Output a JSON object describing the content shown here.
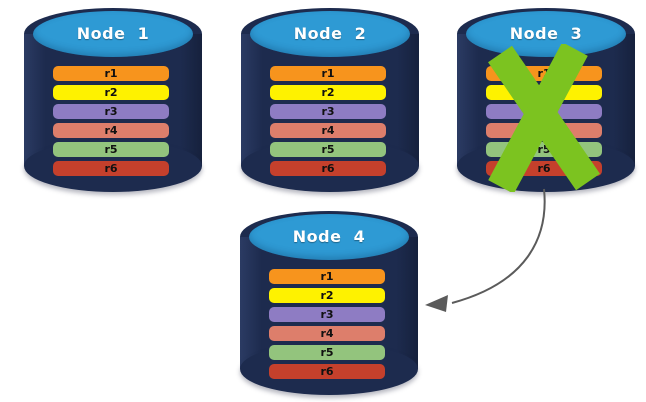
{
  "diagram": {
    "background": "#FFFFFF",
    "colors": {
      "cylinder_body": "#1D2B4E",
      "cylinder_top": "#2E9AD4",
      "node_title": "#FFFFFF",
      "bar_label": "#111111",
      "cross": "#7CC320",
      "arrow": "#5B5B5B"
    },
    "nodes": [
      {
        "label": "Node  1",
        "crossed_out": false,
        "rows": [
          {
            "label": "r1",
            "color": "#F7941D"
          },
          {
            "label": "r2",
            "color": "#FEF200"
          },
          {
            "label": "r3",
            "color": "#8E7CC3"
          },
          {
            "label": "r4",
            "color": "#DD7E6B"
          },
          {
            "label": "r5",
            "color": "#93C47D"
          },
          {
            "label": "r6",
            "color": "#C5402C"
          }
        ]
      },
      {
        "label": "Node  2",
        "crossed_out": false,
        "rows": [
          {
            "label": "r1",
            "color": "#F7941D"
          },
          {
            "label": "r2",
            "color": "#FEF200"
          },
          {
            "label": "r3",
            "color": "#8E7CC3"
          },
          {
            "label": "r4",
            "color": "#DD7E6B"
          },
          {
            "label": "r5",
            "color": "#93C47D"
          },
          {
            "label": "r6",
            "color": "#C5402C"
          }
        ]
      },
      {
        "label": "Node  3",
        "crossed_out": true,
        "rows": [
          {
            "label": "r1",
            "color": "#F7941D"
          },
          {
            "label": "r2",
            "color": "#FEF200"
          },
          {
            "label": "r3",
            "color": "#8E7CC3"
          },
          {
            "label": "r4",
            "color": "#DD7E6B"
          },
          {
            "label": "r5",
            "color": "#93C47D"
          },
          {
            "label": "r6",
            "color": "#C5402C"
          }
        ]
      },
      {
        "label": "Node  4",
        "crossed_out": false,
        "rows": [
          {
            "label": "r1",
            "color": "#F7941D"
          },
          {
            "label": "r2",
            "color": "#FEF200"
          },
          {
            "label": "r3",
            "color": "#8E7CC3"
          },
          {
            "label": "r4",
            "color": "#DD7E6B"
          },
          {
            "label": "r5",
            "color": "#93C47D"
          },
          {
            "label": "r6",
            "color": "#C5402C"
          }
        ]
      }
    ],
    "arrow": {
      "from": "Node 3",
      "to": "Node 4"
    }
  }
}
